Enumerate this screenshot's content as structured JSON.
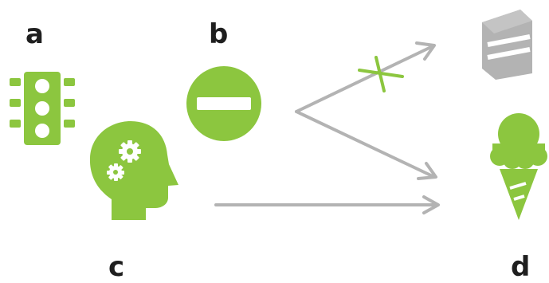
{
  "labels": {
    "a": "a",
    "b": "b",
    "c": "c",
    "d": "d"
  },
  "colors": {
    "green": "#8cc63f",
    "gray": "#b3b3b3",
    "text": "#1f1f1f"
  },
  "icons": {
    "a": "traffic-light-icon",
    "b": "no-entry-icon",
    "c": "head-with-gears-icon",
    "d_top": "cake-slice-icon",
    "d_bottom": "ice-cream-cone-icon"
  },
  "arrows": [
    {
      "from": "b",
      "to": "cake-slice",
      "blocked": true
    },
    {
      "from": "b",
      "to": "ice-cream-cone",
      "blocked": false
    },
    {
      "from": "c",
      "to": "ice-cream-cone",
      "blocked": false
    }
  ]
}
